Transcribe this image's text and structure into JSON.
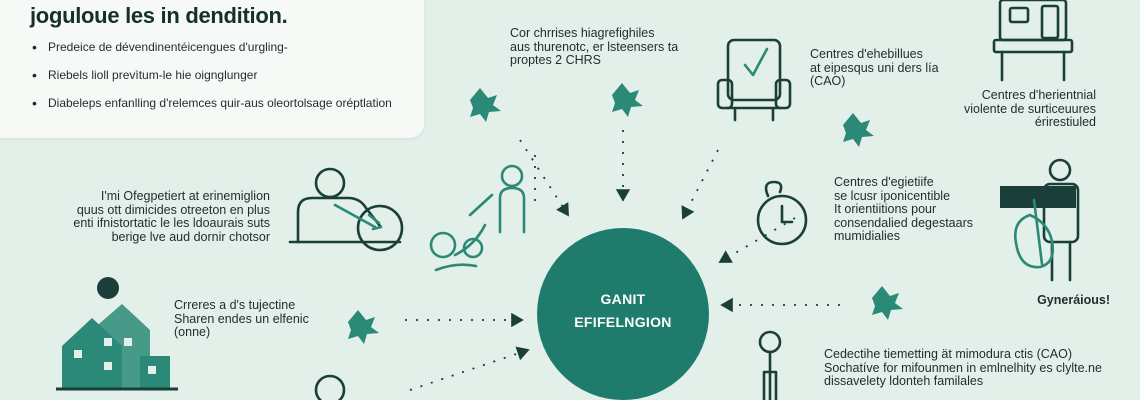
{
  "infobox": {
    "title": "joguloue les in dendition.",
    "bullets": [
      "Predeice de dévendinentéicengues d'urgling-",
      "Riebels lioll prevìtum-le hie oignglunger",
      "Diabeleps enfanlling d'relemces quir-aus oleortolsage oréptlation"
    ]
  },
  "center": {
    "line1": "GANIT",
    "line2": "EFIFELNGION"
  },
  "labels": {
    "top_center": [
      "Cor chrrises hiagrefighiles",
      "aus thurenotc, er lsteensers ta",
      "proptes 2 CHRS"
    ],
    "top_right_a": [
      "Centres d'ehebillues",
      "at eipesqus uni ders lía",
      "(CAO)"
    ],
    "top_right_b": [
      "Centres d'herientnial",
      "violente de surticeuures",
      "érirestiuled"
    ],
    "mid_left": [
      "I'mi Ofegpetiert at erinemiglion",
      "quus ott dimicides otreeton en plus",
      "enti ifnistortatic le les ldoaurais suts",
      "berige lve aud dornir chotsor"
    ],
    "mid_right": [
      "Centres d'egietiife",
      "se lcusr iponicentible",
      "It orientiitions pour",
      "consendalied degestaars",
      "mumidialies"
    ],
    "lower_left": [
      "Crreres a d's tujectine",
      "Sharen endes un elfenic",
      "(onne)"
    ],
    "far_right": [
      "Gyneráious!"
    ],
    "bottom_right": [
      "Cedectihe tiemetting ät mimodura ctis (CAO)",
      "Sochatíve for mifounmen in emlnelhity es clylte.ne",
      "dissavelety ldonteh familales"
    ]
  },
  "colors": {
    "background": "#e3efe9",
    "accent": "#1f7c6d",
    "icon_dark": "#1a3f38",
    "icon_teal": "#2b8a77"
  },
  "icons": [
    "chair-icon",
    "kiosk-icon",
    "person-desk-icon",
    "family-icon",
    "clock-icon",
    "person-guitar-icon",
    "city-icon",
    "thermometer-icon",
    "hand-icon"
  ]
}
